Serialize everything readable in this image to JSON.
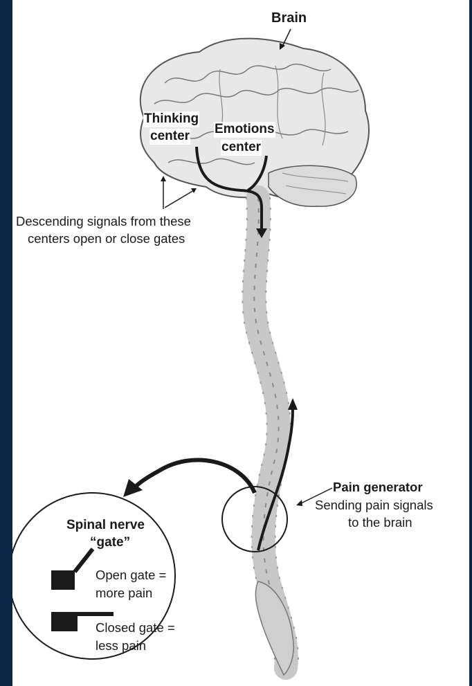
{
  "labels": {
    "brain": "Brain",
    "thinking_line1": "Thinking",
    "thinking_line2": "center",
    "emotions_line1": "Emotions",
    "emotions_line2": "center",
    "descending_line1": "Descending signals from these",
    "descending_line2": "centers open or close gates",
    "pain_generator_title": "Pain generator",
    "pain_generator_line1": "Sending pain signals",
    "pain_generator_line2": "to the brain",
    "gate_title_line1": "Spinal nerve",
    "gate_title_line2": "“gate”",
    "open_gate_line1": "Open gate =",
    "open_gate_line2": "more pain",
    "closed_gate_line1": "Closed gate =",
    "closed_gate_line2": "less pain"
  },
  "colors": {
    "background": "#0b2546",
    "panel": "#ffffff",
    "ink": "#1a1a1a",
    "illustration": "#9a9a9a"
  }
}
